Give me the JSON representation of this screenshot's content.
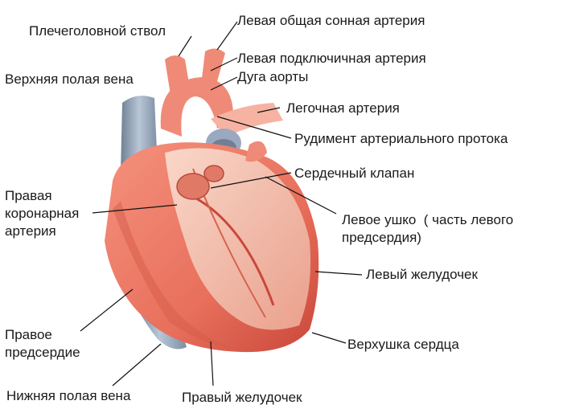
{
  "labels": {
    "brachiocephalic": "Плечеголовной ствол",
    "left_common_carotid": "Левая общая сонная артерия",
    "left_subclavian": "Левая подключичная артерия",
    "aortic_arch": "Дуга аорты",
    "superior_vena_cava": "Верхняя полая вена",
    "pulmonary_artery": "Легочная артерия",
    "ductus_rudiment": "Рудимент артериального протока",
    "heart_valve": "Сердечный клапан",
    "right_coronary": [
      "Правая",
      "коронарная",
      "артерия"
    ],
    "left_auricle": [
      "Левое ушко  ( часть левого",
      "предсердия)"
    ],
    "left_ventricle": "Левый желудочек",
    "right_atrium": [
      "Правое",
      "предсердие"
    ],
    "apex": "Верхушка сердца",
    "inferior_vena_cava": "Нижняя полая вена",
    "right_ventricle": "Правый желудочек"
  },
  "colors": {
    "muscle": "#e8705c",
    "muscle_dark": "#c9473a",
    "inner": "#f4c2b0",
    "vein": "#8fa0b4",
    "vessel": "#ef8a76"
  }
}
